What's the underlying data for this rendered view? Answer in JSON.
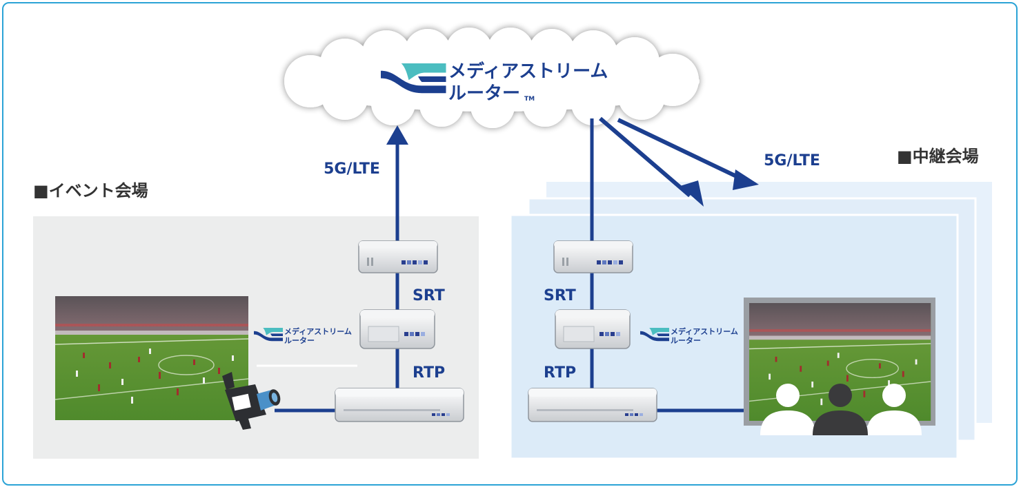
{
  "cloud": {
    "brand_line1": "メディアストリーム",
    "brand_line2": "ルーター",
    "tm": "TM"
  },
  "event_venue": {
    "title": "■イベント会場",
    "srt_label": "SRT",
    "rtp_label": "RTP",
    "uplink_label": "5G/LTE",
    "brand_line1": "メディアストリーム",
    "brand_line2": "ルーター"
  },
  "relay_venue": {
    "title": "■中継会場",
    "srt_label": "SRT",
    "rtp_label": "RTP",
    "downlink_label": "5G/LTE",
    "brand_line1": "メディアストリーム",
    "brand_line2": "ルーター"
  },
  "colors": {
    "line": "#1c3f8f",
    "event_bg": "#eceded",
    "relay_bg": "#dcebf8",
    "frame": "#2aa3d6",
    "logo_teal": "#4bbdc0"
  },
  "icons": [
    "cloud-icon",
    "video-camera-icon",
    "server-icon",
    "audience-icon",
    "stadium-photo"
  ]
}
